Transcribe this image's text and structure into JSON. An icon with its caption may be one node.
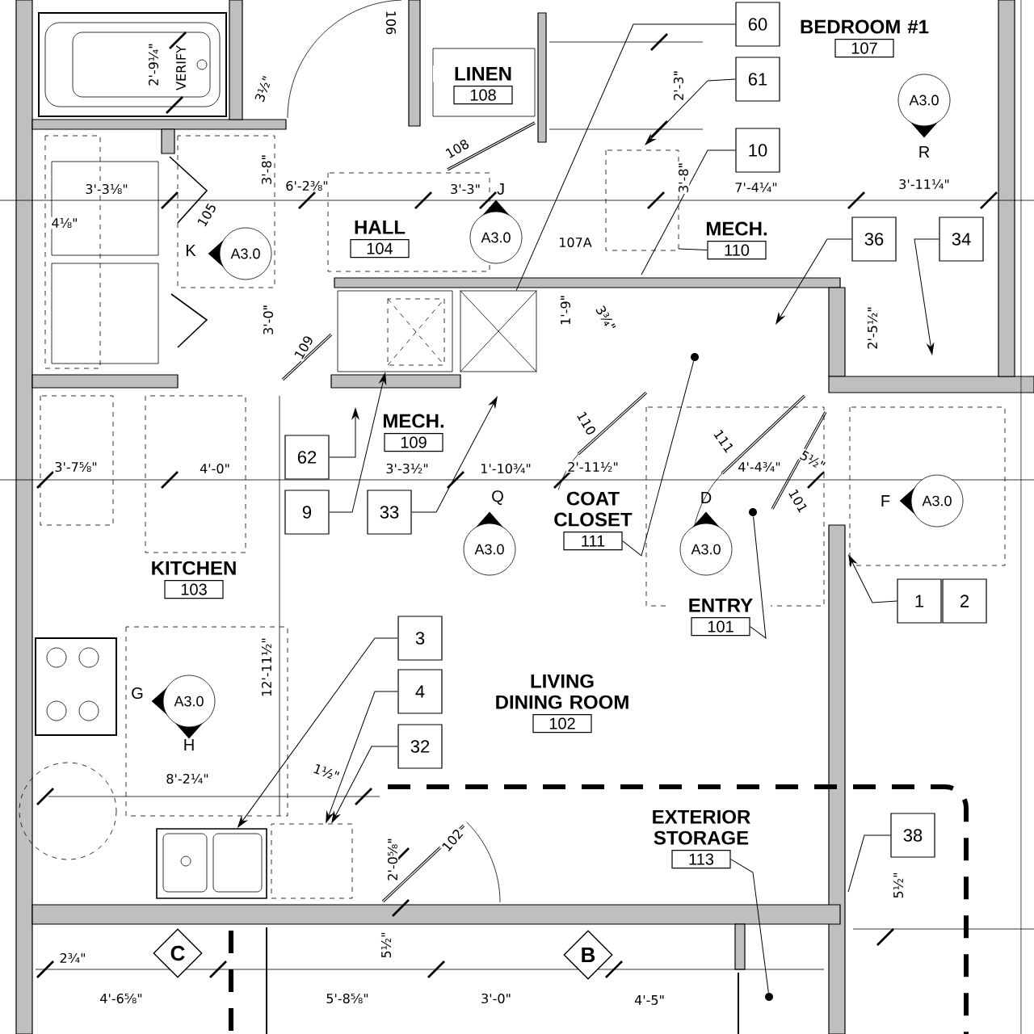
{
  "diagram": {
    "nodes": [
      {
        "text": [
          "BEDROOM #1",
          "107"
        ]
      },
      {
        "text": [
          "LINEN",
          "108"
        ]
      },
      {
        "text": [
          "HALL",
          "104"
        ]
      },
      {
        "text": [
          "MECH.",
          "110"
        ]
      },
      {
        "text": [
          "MECH.",
          "109"
        ]
      },
      {
        "text": [
          "KITCHEN",
          "103"
        ]
      },
      {
        "text": [
          "COAT CLOSET",
          "111"
        ]
      },
      {
        "text": [
          "ENTRY",
          "101"
        ]
      },
      {
        "text": [
          "LIVING DINING ROOM",
          "102"
        ]
      },
      {
        "text": [
          "EXTERIOR STORAGE",
          "113"
        ]
      },
      {
        "text": [
          "60"
        ]
      },
      {
        "text": [
          "61"
        ]
      },
      {
        "text": [
          "10"
        ]
      },
      {
        "text": [
          "36"
        ]
      },
      {
        "text": [
          "34"
        ]
      },
      {
        "text": [
          "62"
        ]
      },
      {
        "text": [
          "9"
        ]
      },
      {
        "text": [
          "33"
        ]
      },
      {
        "text": [
          "3"
        ]
      },
      {
        "text": [
          "4"
        ]
      },
      {
        "text": [
          "32"
        ]
      },
      {
        "text": [
          "38"
        ]
      },
      {
        "text": [
          "1"
        ]
      },
      {
        "text": [
          "2"
        ]
      },
      {
        "text": [
          "K",
          "A3.0"
        ]
      },
      {
        "text": [
          "J",
          "A3.0"
        ]
      },
      {
        "text": [
          "A3.0",
          "R"
        ]
      },
      {
        "text": [
          "Q",
          "A3.0"
        ]
      },
      {
        "text": [
          "D",
          "A3.0"
        ]
      },
      {
        "text": [
          "F",
          "A3.0"
        ]
      },
      {
        "text": [
          "G",
          "A3.0",
          "H"
        ]
      },
      {
        "text": [
          "C"
        ]
      },
      {
        "text": [
          "B"
        ]
      },
      {
        "text": [],
        "shape": "picture"
      },
      {
        "text": [],
        "shape": "box"
      },
      {
        "text": [],
        "shape": "circle"
      },
      {
        "text": [],
        "shape": "circle"
      },
      {
        "text": [],
        "shape": "circle"
      },
      {
        "text": [],
        "shape": "box"
      },
      {
        "text": [],
        "shape": "box"
      },
      {
        "text": [],
        "shape": "box"
      },
      {
        "text": [],
        "shape": "box"
      }
    ],
    "edges": [
      {
        "from": 10,
        "to": 39,
        "arrow": "none"
      },
      {
        "from": 11,
        "to": null,
        "arrow": "to"
      },
      {
        "from": 12,
        "to": null,
        "arrow": "none"
      },
      {
        "from": 13,
        "to": null,
        "arrow": "to"
      },
      {
        "from": 14,
        "to": null,
        "arrow": "to"
      },
      {
        "from": 15,
        "to": null,
        "arrow": "to"
      },
      {
        "from": 16,
        "to": 38,
        "arrow": "to"
      },
      {
        "from": 17,
        "to": null,
        "arrow": "to"
      },
      {
        "from": 18,
        "to": 33,
        "arrow": "to"
      },
      {
        "from": 19,
        "to": 34,
        "arrow": "to"
      },
      {
        "from": 20,
        "to": 34,
        "arrow": "to"
      },
      {
        "from": 21,
        "to": null,
        "arrow": "none"
      },
      {
        "from": 22,
        "to": null,
        "arrow": "to"
      },
      {
        "from": 3,
        "to": null,
        "arrow": "none"
      },
      {
        "from": 6,
        "to": 35,
        "arrow": "none"
      },
      {
        "from": 7,
        "to": 36,
        "arrow": "none"
      },
      {
        "from": 9,
        "to": 37,
        "arrow": "none"
      }
    ],
    "labels": [
      "106",
      "2'-9¼\"",
      "VERIFY",
      "3½\"",
      "2'-3\"",
      "108",
      "3'-8\"",
      "7'-4¼\"",
      "3'-11¼\"",
      "3'-3⅛\"",
      "3'-8\"",
      "6'-2⅜\"",
      "3'-3\"",
      "105",
      "4⅛\"",
      "107A",
      "3'-0\"",
      "1'-9\"",
      "3¾\"",
      "2'-5½\"",
      "109",
      "110",
      "3'-7⅝\"",
      "4'-0\"",
      "3'-3½\"",
      "1'-10¾\"",
      "2'-11½\"",
      "111",
      "4'-4¾\"",
      "5½\"",
      "101",
      "12'-11½\"",
      "8'-2¼\"",
      "1½\"",
      "2'-0⅝\"",
      "102",
      "5½\"",
      "5½\"",
      "2¾\"",
      "4'-6⅝\"",
      "5'-8⅝\"",
      "3'-0\"",
      "4'-5\""
    ]
  }
}
